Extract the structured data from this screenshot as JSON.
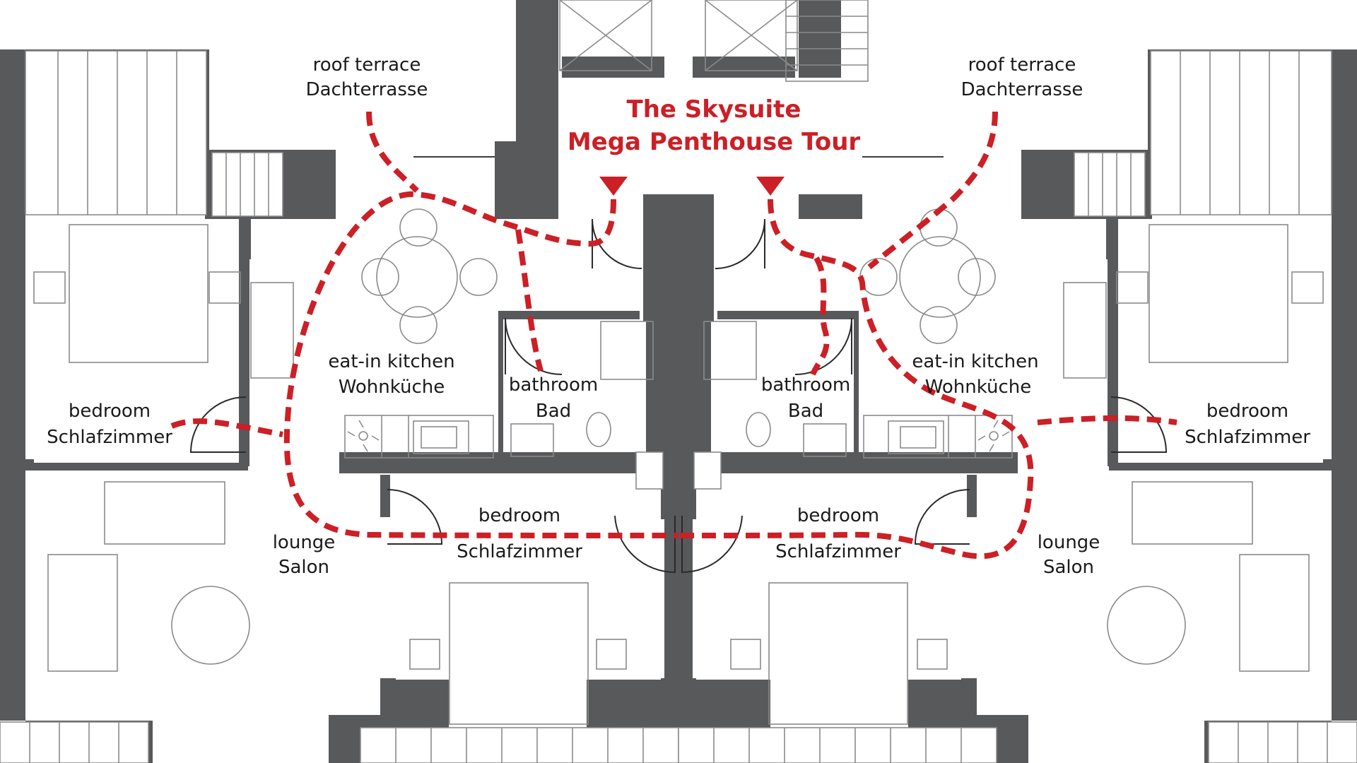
{
  "title": {
    "line1": "The Skysuite",
    "line2": "Mega Penthouse Tour",
    "color": "#cc1f26"
  },
  "route_color": "#cc1f26",
  "wall_color": "#58595b",
  "rooms": {
    "left": {
      "roof_terrace": {
        "en": "roof terrace",
        "de": "Dachterrasse"
      },
      "kitchen": {
        "en": "eat-in kitchen",
        "de": "Wohnküche"
      },
      "bathroom": {
        "en": "bathroom",
        "de": "Bad"
      },
      "bedroom_outer": {
        "en": "bedroom",
        "de": "Schlafzimmer"
      },
      "bedroom_inner": {
        "en": "bedroom",
        "de": "Schlafzimmer"
      },
      "lounge": {
        "en": "lounge",
        "de": "Salon"
      }
    },
    "right": {
      "roof_terrace": {
        "en": "roof terrace",
        "de": "Dachterrasse"
      },
      "kitchen": {
        "en": "eat-in kitchen",
        "de": "Wohnküche"
      },
      "bathroom": {
        "en": "bathroom",
        "de": "Bad"
      },
      "bedroom_outer": {
        "en": "bedroom",
        "de": "Schlafzimmer"
      },
      "bedroom_inner": {
        "en": "bedroom",
        "de": "Schlafzimmer"
      },
      "lounge": {
        "en": "lounge",
        "de": "Salon"
      }
    }
  },
  "icons": {
    "entry_markers": "down-triangle-icon",
    "furniture": [
      "dining-table-icon",
      "bed-icon",
      "sink-icon",
      "toilet-icon",
      "fan-icon",
      "round-table-icon"
    ]
  }
}
